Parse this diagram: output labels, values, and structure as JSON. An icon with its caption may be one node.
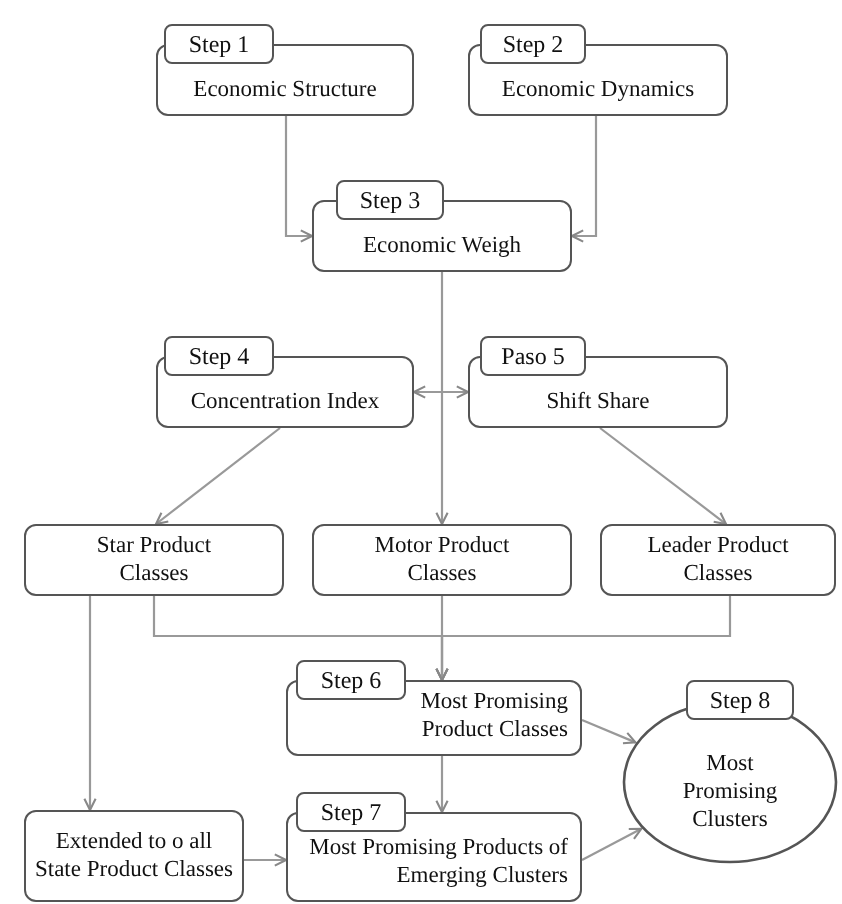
{
  "diagram": {
    "nodes": [
      {
        "text": [
          "Step 1",
          "Economic Structure"
        ]
      },
      {
        "text": [
          "Step 2",
          "Economic Dynamics"
        ]
      },
      {
        "text": [
          "Step 3",
          "Economic Weigh"
        ]
      },
      {
        "text": [
          "Step 4",
          "Concentration Index"
        ]
      },
      {
        "text": [
          "Paso 5",
          "Shift Share"
        ]
      },
      {
        "text": [
          "Star Product Classes"
        ]
      },
      {
        "text": [
          "Motor Product Classes"
        ]
      },
      {
        "text": [
          "Leader Product Classes"
        ]
      },
      {
        "text": [
          "Step 6",
          "Most Promising Product Classes"
        ]
      },
      {
        "text": [
          "Step 8",
          "Most Promising Clusters"
        ]
      },
      {
        "text": [
          "Extended to o all State Product Classes"
        ]
      },
      {
        "text": [
          "Step 7",
          "Most Promising Products of Emerging Clusters"
        ]
      }
    ],
    "edges": [
      {
        "from": 0,
        "to": 2,
        "arrow": "to"
      },
      {
        "from": 1,
        "to": 2,
        "arrow": "to"
      },
      {
        "from": 2,
        "to": 6,
        "arrow": "to"
      },
      {
        "from": 3,
        "to": 4,
        "arrow": "both"
      },
      {
        "from": 3,
        "to": 5,
        "arrow": "to"
      },
      {
        "from": 4,
        "to": 7,
        "arrow": "to"
      },
      {
        "from": 5,
        "to": 8,
        "arrow": "to"
      },
      {
        "from": 6,
        "to": 8,
        "arrow": "to"
      },
      {
        "from": 7,
        "to": 8,
        "arrow": "to"
      },
      {
        "from": 5,
        "to": 10,
        "arrow": "to"
      },
      {
        "from": 10,
        "to": 11,
        "arrow": "to"
      },
      {
        "from": 8,
        "to": 11,
        "arrow": "to"
      },
      {
        "from": 8,
        "to": 9,
        "arrow": "to"
      },
      {
        "from": 11,
        "to": 9,
        "arrow": "to"
      }
    ]
  }
}
